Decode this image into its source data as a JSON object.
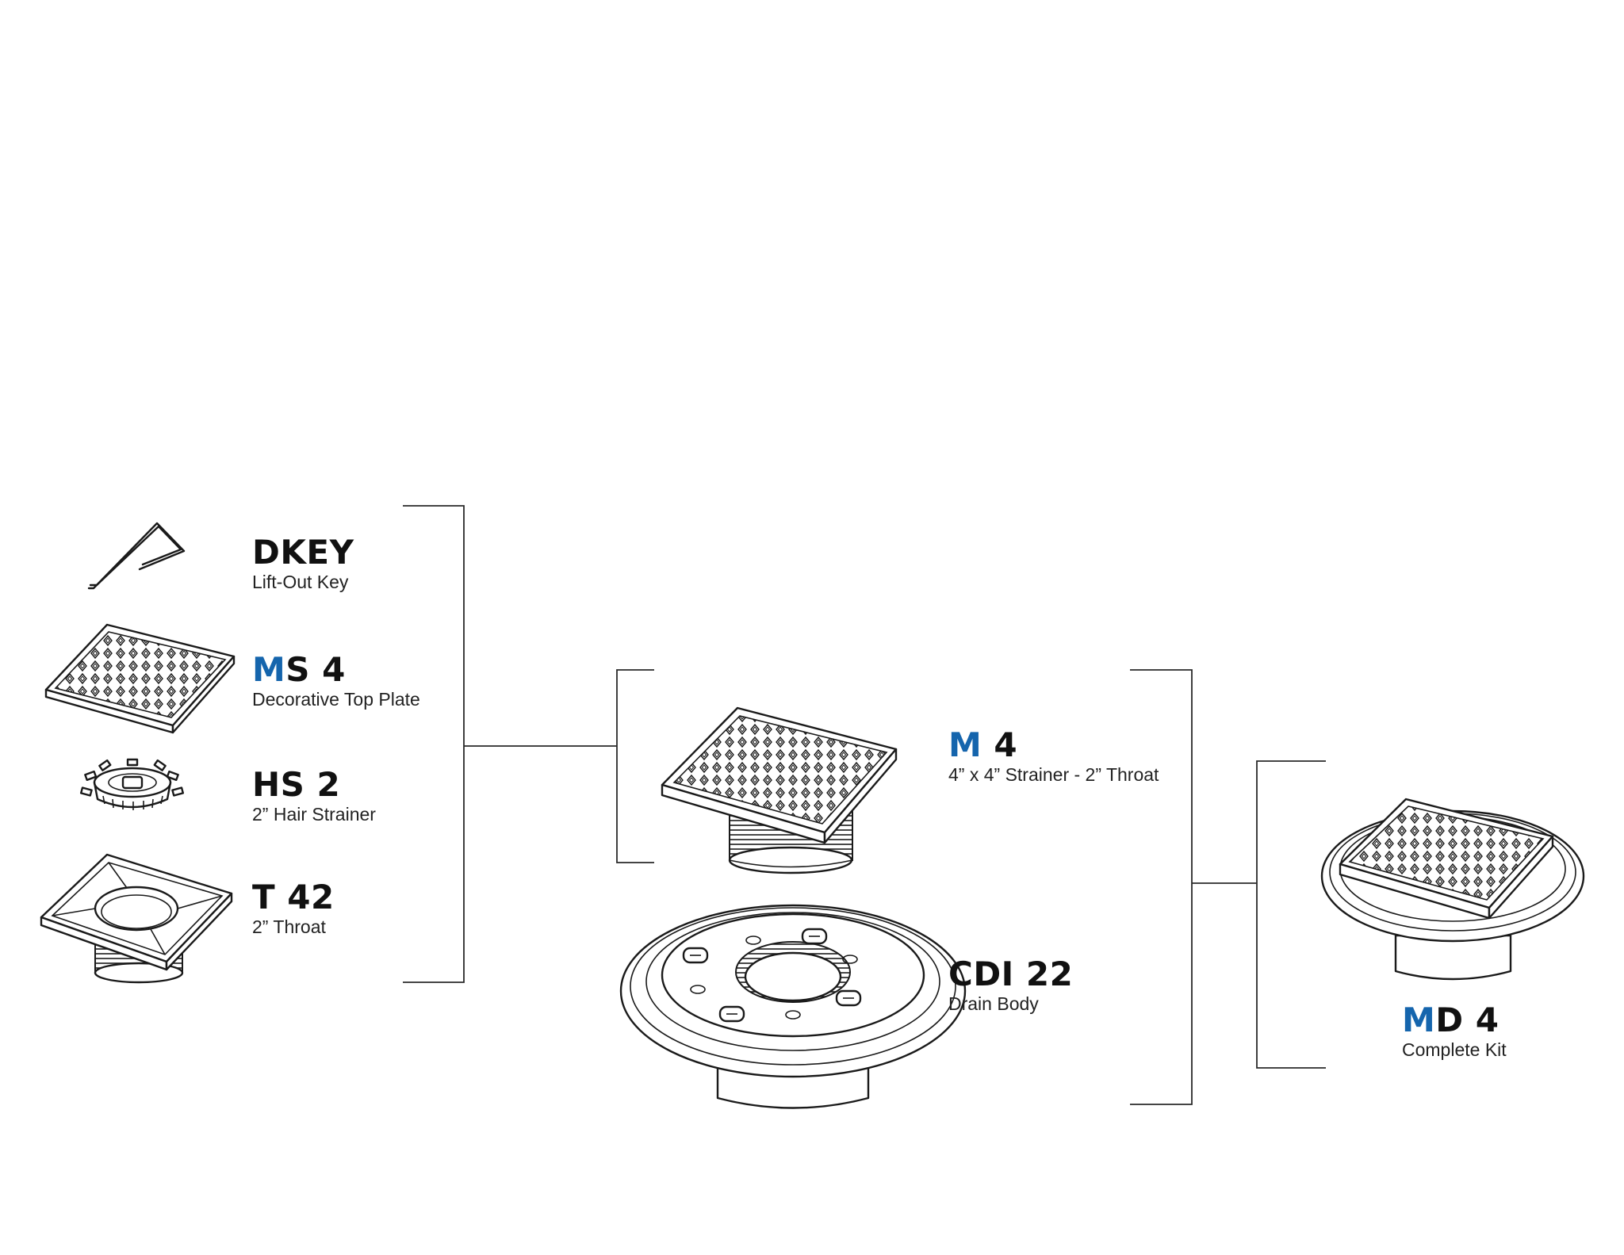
{
  "colors": {
    "accent": "#1565ad",
    "line": "#2a2a2a",
    "text": "#111111"
  },
  "parts": {
    "dkey": {
      "code": "DKEY",
      "desc": "Lift-Out Key",
      "icon": "lift-out-key-icon"
    },
    "ms4": {
      "code_accent": "M",
      "code_rest": "S 4",
      "desc": "Decorative Top Plate",
      "icon": "decorative-top-plate-icon"
    },
    "hs2": {
      "code": "HS 2",
      "desc": "2” Hair Strainer",
      "icon": "hair-strainer-icon"
    },
    "t42": {
      "code": "T 42",
      "desc": "2” Throat",
      "icon": "throat-icon"
    },
    "m4": {
      "code_accent": "M",
      "code_rest": " 4",
      "desc": "4” x 4” Strainer - 2” Throat",
      "icon": "strainer-assembly-icon"
    },
    "cdi22": {
      "code": "CDI 22",
      "desc": "Drain Body",
      "icon": "drain-body-icon"
    },
    "md4": {
      "code_accent": "M",
      "code_rest": "D 4",
      "desc": "Complete Kit",
      "icon": "complete-kit-icon"
    }
  }
}
